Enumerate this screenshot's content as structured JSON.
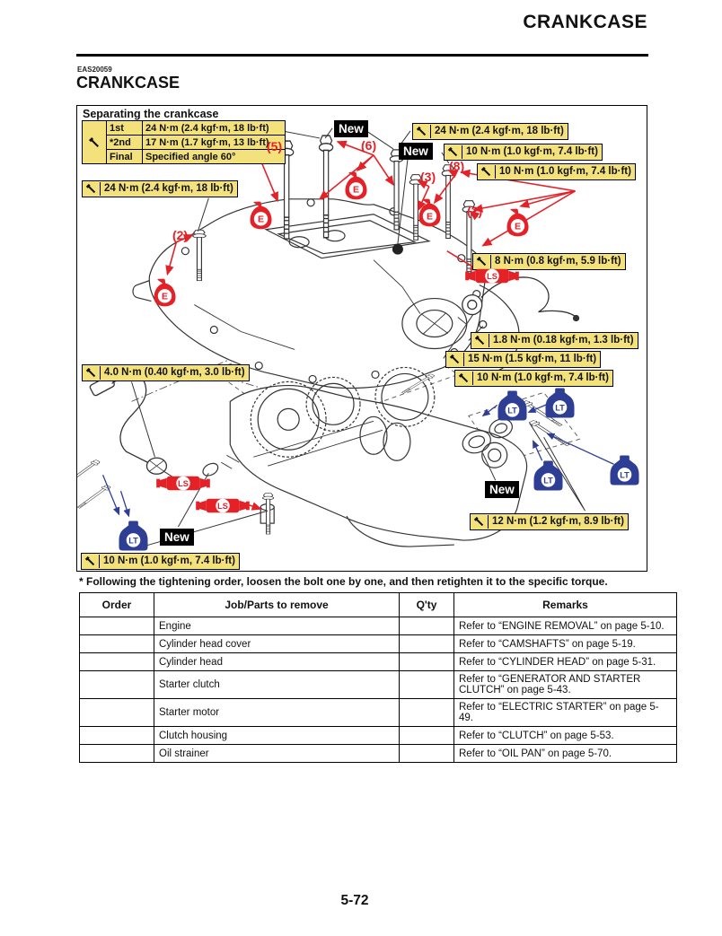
{
  "page": {
    "header_title": "CRANKCASE",
    "eas_code": "EAS20059",
    "section_title": "CRANKCASE",
    "page_number": "5-72"
  },
  "figure": {
    "title": "Separating the crankcase",
    "tightening_spec": {
      "rows": [
        {
          "step": "1st",
          "value": "24 N·m (2.4 kgf·m, 18 lb·ft)"
        },
        {
          "step": "*2nd",
          "value": "17 N·m (1.7 kgf·m, 13 lb·ft)"
        },
        {
          "step": "Final",
          "value": "Specified angle 60°"
        }
      ]
    },
    "torque_labels": [
      {
        "id": "left-24",
        "text": "24 N·m (2.4 kgf·m, 18 lb·ft)"
      },
      {
        "id": "top-right-24",
        "text": "24 N·m (2.4 kgf·m, 18 lb·ft)"
      },
      {
        "id": "right-10-a",
        "text": "10 N·m (1.0 kgf·m, 7.4 lb·ft)"
      },
      {
        "id": "right-10-b",
        "text": "10 N·m (1.0 kgf·m, 7.4 lb·ft)"
      },
      {
        "id": "right-8",
        "text": "8 N·m (0.8 kgf·m, 5.9 lb·ft)"
      },
      {
        "id": "right-1-8",
        "text": "1.8 N·m (0.18 kgf·m, 1.3 lb·ft)"
      },
      {
        "id": "right-15",
        "text": "15 N·m (1.5 kgf·m, 11 lb·ft)"
      },
      {
        "id": "right-10-c",
        "text": "10 N·m (1.0 kgf·m, 7.4 lb·ft)"
      },
      {
        "id": "left-4-0",
        "text": "4.0 N·m (0.40 kgf·m, 3.0 lb·ft)"
      },
      {
        "id": "bottom-12",
        "text": "12 N·m (1.2 kgf·m, 8.9 lb·ft)"
      },
      {
        "id": "bottom-left-10",
        "text": "10 N·m (1.0 kgf·m, 7.4 lb·ft)"
      }
    ],
    "callouts": [
      "(5)",
      "(6)",
      "(3)",
      "(8)",
      "(2)",
      "(2)"
    ],
    "new_label": "New",
    "symbols": {
      "engine_oil": "E",
      "sealant": "LS",
      "threadlocker": "LT"
    }
  },
  "footnote": "* Following the tightening order, loosen the bolt one by one, and then retighten it to the specific torque.",
  "parts_table": {
    "headers": [
      "Order",
      "Job/Parts to remove",
      "Q'ty",
      "Remarks"
    ],
    "rows": [
      {
        "order": "",
        "job": "Engine",
        "qty": "",
        "remarks": "Refer to “ENGINE REMOVAL” on page 5-10."
      },
      {
        "order": "",
        "job": "Cylinder head cover",
        "qty": "",
        "remarks": "Refer to “CAMSHAFTS” on page 5-19."
      },
      {
        "order": "",
        "job": "Cylinder head",
        "qty": "",
        "remarks": "Refer to “CYLINDER HEAD” on page 5-31."
      },
      {
        "order": "",
        "job": "Starter clutch",
        "qty": "",
        "remarks": "Refer to “GENERATOR AND STARTER CLUTCH” on page 5-43."
      },
      {
        "order": "",
        "job": "Starter motor",
        "qty": "",
        "remarks": "Refer to “ELECTRIC STARTER” on page 5-49."
      },
      {
        "order": "",
        "job": "Clutch housing",
        "qty": "",
        "remarks": "Refer to “CLUTCH” on page 5-53."
      },
      {
        "order": "",
        "job": "Oil strainer",
        "qty": "",
        "remarks": "Refer to “OIL PAN” on page 5-70."
      }
    ]
  },
  "colors": {
    "highlight_yellow": "#f3e27c",
    "callout_red": "#e32127",
    "threadlock_blue": "#2e3e94",
    "line_black": "#333333"
  }
}
